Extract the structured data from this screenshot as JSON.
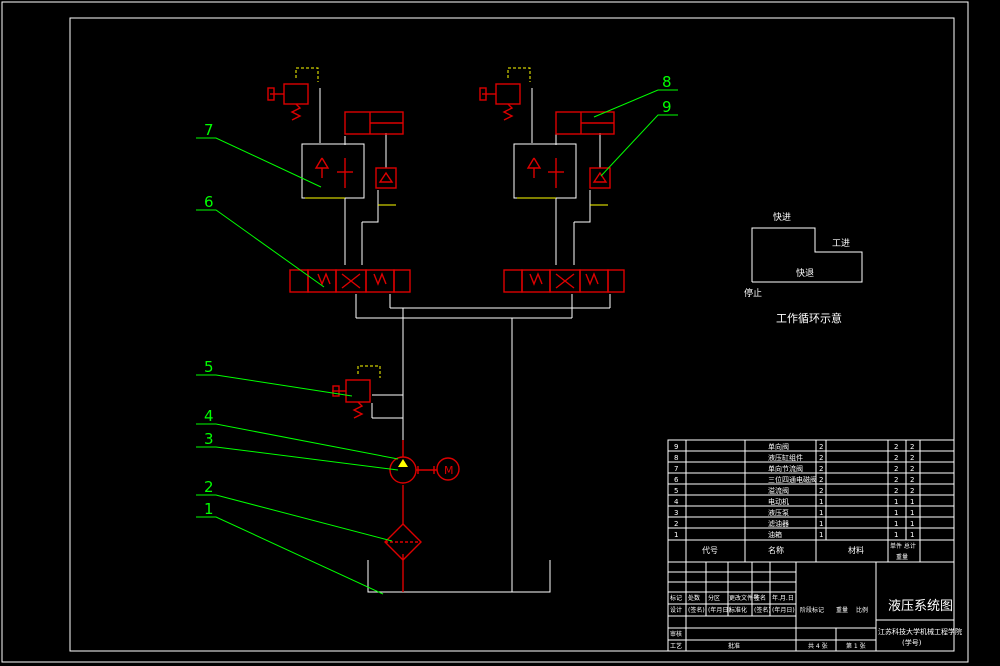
{
  "title": "液压系统图",
  "cycle": {
    "caption": "工作循环示意",
    "labels": {
      "fast_forward": "快进",
      "work_feed": "工进",
      "fast_return": "快退",
      "stop": "停止"
    }
  },
  "leaders": [
    "1",
    "2",
    "3",
    "4",
    "5",
    "6",
    "7",
    "8",
    "9"
  ],
  "motor_label": "M",
  "bom": {
    "rows": [
      {
        "no": "9",
        "name": "单向阀",
        "qty": "2",
        "a": "2",
        "b": "2"
      },
      {
        "no": "8",
        "name": "液压缸组件",
        "qty": "2",
        "a": "2",
        "b": "2"
      },
      {
        "no": "7",
        "name": "单向节流阀",
        "qty": "2",
        "a": "2",
        "b": "2"
      },
      {
        "no": "6",
        "name": "三位四通电磁阀",
        "qty": "2",
        "a": "2",
        "b": "2"
      },
      {
        "no": "5",
        "name": "溢流阀",
        "qty": "2",
        "a": "2",
        "b": "2"
      },
      {
        "no": "4",
        "name": "电动机",
        "qty": "1",
        "a": "1",
        "b": "1"
      },
      {
        "no": "3",
        "name": "液压泵",
        "qty": "1",
        "a": "1",
        "b": "1"
      },
      {
        "no": "2",
        "name": "滤油器",
        "qty": "1",
        "a": "1",
        "b": "1"
      },
      {
        "no": "1",
        "name": "油箱",
        "qty": "1",
        "a": "1",
        "b": "1"
      }
    ],
    "header": {
      "no": "代号",
      "name": "名称",
      "material": "材料",
      "weight": "单件 总计",
      "weight2": "重量"
    }
  },
  "title_block": {
    "r1": [
      "标记",
      "处数",
      "分区",
      "更改文件号",
      "签名",
      "年.月.日"
    ],
    "r2": [
      "设计",
      "(签名)",
      "(年月日)",
      "标准化",
      "(签名)",
      "(年月日)"
    ],
    "stage": [
      "阶段标记",
      "重量",
      "比例"
    ],
    "approve": [
      "审核"
    ],
    "process": [
      "工艺",
      "批准"
    ],
    "sheet": [
      "共 4 张",
      "第 1 张"
    ],
    "school": "江苏科技大学机械工程学院",
    "code": "(学号)"
  }
}
